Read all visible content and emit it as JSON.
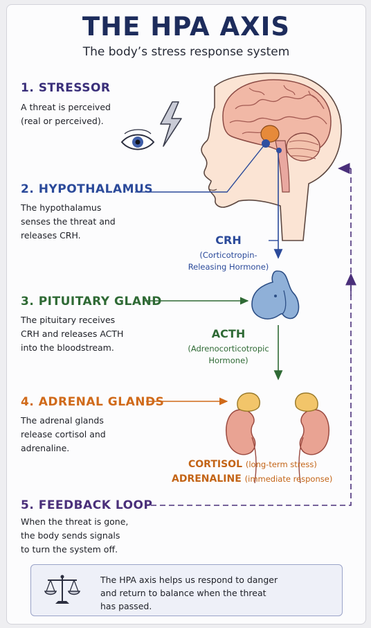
{
  "title": "THE HPA AXIS",
  "subtitle": "The body’s stress response system",
  "steps": [
    {
      "heading": "1. STRESSOR",
      "color": "#3a2f7a",
      "lines": [
        "A threat is perceived",
        "(real or perceived)."
      ]
    },
    {
      "heading": "2. HYPOTHALAMUS",
      "color": "#2b4a9a",
      "lines": [
        "The hypothalamus",
        "senses the threat and",
        "releases CRH."
      ]
    },
    {
      "heading": "3. PITUITARY GLAND",
      "color": "#2f6a35",
      "lines": [
        "The pituitary receives",
        "CRH and releases ACTH",
        "into the bloodstream."
      ]
    },
    {
      "heading": "4. ADRENAL GLANDS",
      "color": "#d06a1a",
      "lines": [
        "The adrenal glands",
        "release cortisol and",
        "adrenaline."
      ]
    },
    {
      "heading": "5. FEEDBACK LOOP",
      "color": "#4a2f7a",
      "lines": [
        "When the threat is gone,",
        "the body sends signals",
        "to turn the system off."
      ]
    }
  ],
  "hormones": {
    "crh": {
      "name": "CRH",
      "full": [
        "(Corticotropin-",
        "Releasing Hormone)"
      ],
      "color": "#2b4a9a"
    },
    "acth": {
      "name": "ACTH",
      "full": [
        "(Adrenocorticotropic",
        "Hormone)"
      ],
      "color": "#2f6a35"
    }
  },
  "outputs": {
    "cortisol": {
      "name": "CORTISOL",
      "note": "(long-term stress)"
    },
    "adrenaline": {
      "name": "ADRENALINE",
      "note": "(immediate response)"
    }
  },
  "note": {
    "text": [
      "The HPA axis helps us respond to danger",
      "and return to balance when the threat",
      "has passed."
    ]
  },
  "icons": [
    "eye-icon",
    "lightning-icon",
    "head-brain-illustration",
    "pituitary-gland-illustration",
    "kidneys-illustration",
    "balance-scale-icon"
  ],
  "colors": {
    "navy": "#1d2c5c",
    "blue": "#2b4a9a",
    "green": "#2f6a35",
    "orange": "#d06a1a",
    "purple": "#4a2f7a"
  }
}
